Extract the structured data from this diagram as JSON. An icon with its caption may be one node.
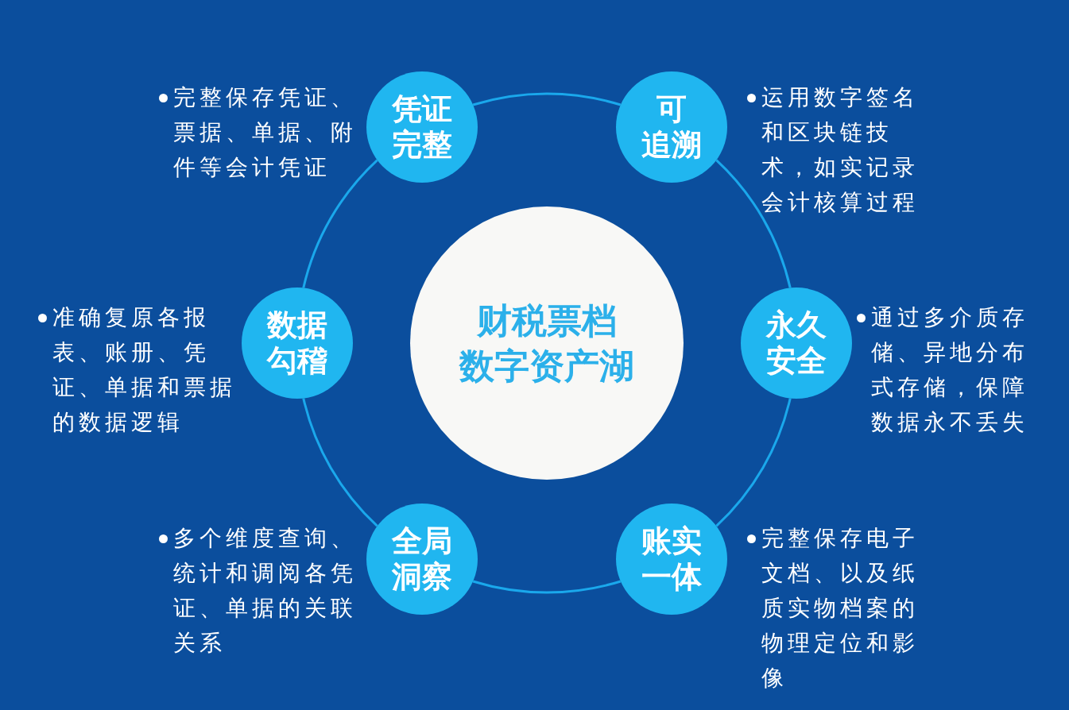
{
  "diagram": {
    "nodes": [
      {
        "text": [
          "凭证完整"
        ],
        "beside": [
          "完整保存凭证、票据、单据、附件等会计凭证"
        ]
      },
      {
        "text": [
          "可",
          "追溯"
        ],
        "beside": [
          "运用数字签名和区块链技术，如实记录会计核算过程"
        ]
      },
      {
        "text": [
          "数据勾稽"
        ],
        "beside": [
          "准确复原各报表、账册、凭证、单据和票据的数据逻辑"
        ]
      },
      {
        "text": [
          "财税票档",
          "数字资产湖"
        ]
      },
      {
        "text": [
          "永久安全"
        ],
        "beside": [
          "通过多介质存储、异地分布式存储，保障数据永不丢失"
        ]
      },
      {
        "text": [
          "全局洞察"
        ],
        "beside": [
          "多个维度查询、统计和调阅各凭证、单据的关联关系"
        ]
      },
      {
        "text": [
          "账实一体"
        ],
        "beside": [
          "完整保存电子文档、以及纸质实物档案的物理定位和影像"
        ]
      }
    ],
    "edges": [
      {
        "from": 0,
        "to": 1,
        "arrow": "none"
      },
      {
        "from": 1,
        "to": 4,
        "arrow": "none"
      },
      {
        "from": 4,
        "to": 6,
        "arrow": "none"
      },
      {
        "from": 6,
        "to": 5,
        "arrow": "none"
      },
      {
        "from": 5,
        "to": 2,
        "arrow": "none"
      },
      {
        "from": 2,
        "to": 0,
        "arrow": "none"
      }
    ]
  }
}
